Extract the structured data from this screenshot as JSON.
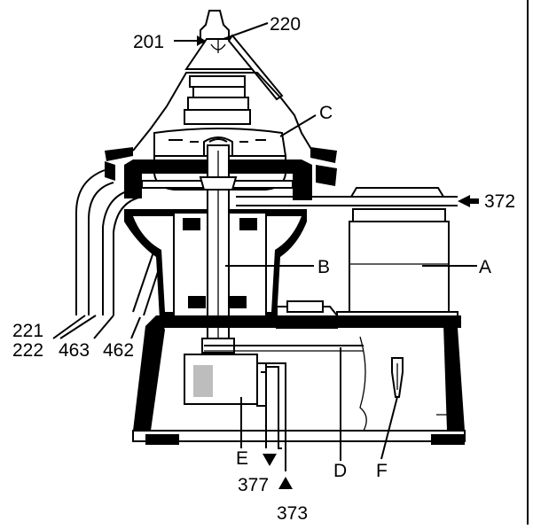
{
  "labels": {
    "l201": "201",
    "l220": "220",
    "lC": "C",
    "l372": "372",
    "lB": "B",
    "lA": "A",
    "l221": "221",
    "l222": "222",
    "l463": "463",
    "l462": "462",
    "lE": "E",
    "lD": "D",
    "lF": "F",
    "l377": "377",
    "l373": "373"
  }
}
